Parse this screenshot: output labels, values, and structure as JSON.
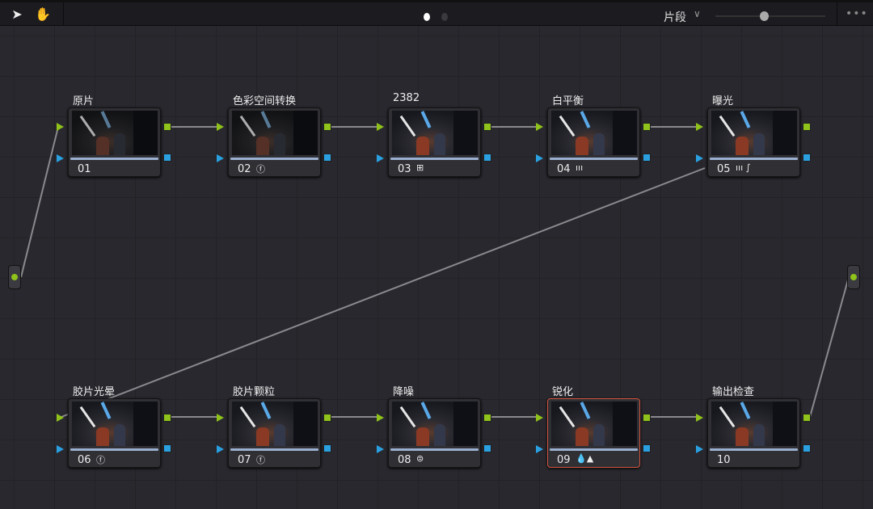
{
  "toolbar": {
    "pointer_icon": "pointer-icon",
    "hand_icon": "hand-icon",
    "clip_mode": "片段",
    "more_icon": "more-icon",
    "zoom_level": 0.45,
    "page_indicator": {
      "pages": 2,
      "active": 1
    }
  },
  "nodes": [
    {
      "label": "原片",
      "number": "01",
      "icon": "",
      "icon_name": ""
    },
    {
      "label": "色彩空间转换",
      "number": "02",
      "icon": "ⓕ",
      "icon_name": "fx-icon"
    },
    {
      "label": "2382",
      "number": "03",
      "icon": "⊞",
      "icon_name": "lut-icon"
    },
    {
      "label": "白平衡",
      "number": "04",
      "icon": "ııı",
      "icon_name": "primaries-icon"
    },
    {
      "label": "曝光",
      "number": "05",
      "icon": "ııı ∫",
      "icon_name": "primaries-curves-icon"
    },
    {
      "label": "胶片光晕",
      "number": "06",
      "icon": "ⓕ",
      "icon_name": "fx-icon"
    },
    {
      "label": "胶片颗粒",
      "number": "07",
      "icon": "ⓕ",
      "icon_name": "fx-icon"
    },
    {
      "label": "降噪",
      "number": "08",
      "icon": "⊜",
      "icon_name": "noise-reduction-icon"
    },
    {
      "label": "锐化",
      "number": "09",
      "icon": "💧▲",
      "icon_name": "blur-sharpen-icon",
      "selected": true
    },
    {
      "label": "输出检查",
      "number": "10",
      "icon": "",
      "icon_name": ""
    }
  ],
  "colors": {
    "rgb_port": "#8fc21a",
    "alpha_port": "#2ba0e0",
    "selection": "#d2553d"
  }
}
